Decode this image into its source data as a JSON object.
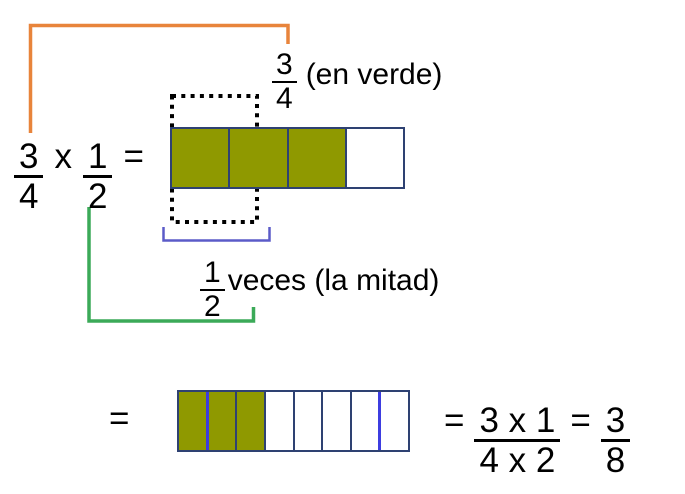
{
  "colors": {
    "olive": "#8f9900",
    "navy": "#2e4172",
    "violet": "#3d3de0",
    "orange": "#e8843b",
    "green": "#3baa58",
    "bracket_blue": "#5b5bc8",
    "dotted_black": "#000000"
  },
  "expression_left": {
    "frac1_num": "3",
    "frac1_den": "4",
    "times": "x",
    "frac2_num": "1",
    "frac2_den": "2",
    "equals": "="
  },
  "top_label": {
    "num": "3",
    "den": "4",
    "caption": "(en verde)"
  },
  "half_label": {
    "num": "1",
    "den": "2",
    "caption": "veces (la mitad)"
  },
  "result_row": {
    "equals": "="
  },
  "result_expression": {
    "equals_left": "=",
    "frac_num": "3 x 1",
    "frac_den": "4 x 2",
    "equals_right": "=",
    "result_num": "3",
    "result_den": "8"
  },
  "bars": {
    "fourths": {
      "total_cells": 4,
      "filled_cells": 3
    },
    "eighths": {
      "total_cells": 8,
      "filled_cells": 3,
      "violet_dividers_after": [
        1,
        7
      ]
    }
  }
}
